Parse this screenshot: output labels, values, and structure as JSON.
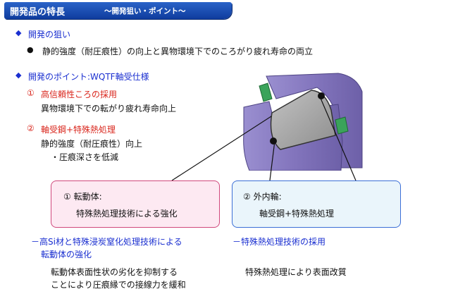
{
  "header": {
    "title": "開発品の特長",
    "subtitle": "～開発狙い・ポイント～"
  },
  "aim": {
    "heading": "開発の狙い",
    "bullet": "静的強度（耐圧痕性）の向上と異物環境下でのころがり疲れ寿命の両立"
  },
  "points": {
    "heading": "開発のポイント:WQTF軸受仕様",
    "item1": {
      "number": "①",
      "title": "高信頼性ころの採用",
      "desc": "異物環境下での転がり疲れ寿命向上"
    },
    "item2": {
      "number": "②",
      "title": "軸受鋼+特殊熱処理",
      "desc": "静的強度（耐圧痕性）向上",
      "sub": "・圧痕深さを低減"
    }
  },
  "callouts": {
    "rolling": {
      "label": "① 転動体:",
      "text": "特殊熱処理技術による強化"
    },
    "rings": {
      "label": "② 外内輪:",
      "text": "軸受鋼+特殊熱処理"
    }
  },
  "details": {
    "left": {
      "heading_line1": "－高Si材と特殊浸炭窒化処理技術による",
      "heading_line2": "転動体の強化",
      "desc_line1": "転動体表面性状の劣化を抑制する",
      "desc_line2": "ことにより圧痕縁での接線力を緩和"
    },
    "right": {
      "heading": "－特殊熱処理技術の採用",
      "desc": "特殊熱処理により表面改質"
    }
  },
  "colors": {
    "heading_blue": "#1a2fd0",
    "accent_red": "#d9261c",
    "title_bar": "#1a4fb8",
    "ring_purple": "#8a7fc0",
    "roller_gray": "#a8a8a8",
    "seal_green": "#3aa35a"
  }
}
